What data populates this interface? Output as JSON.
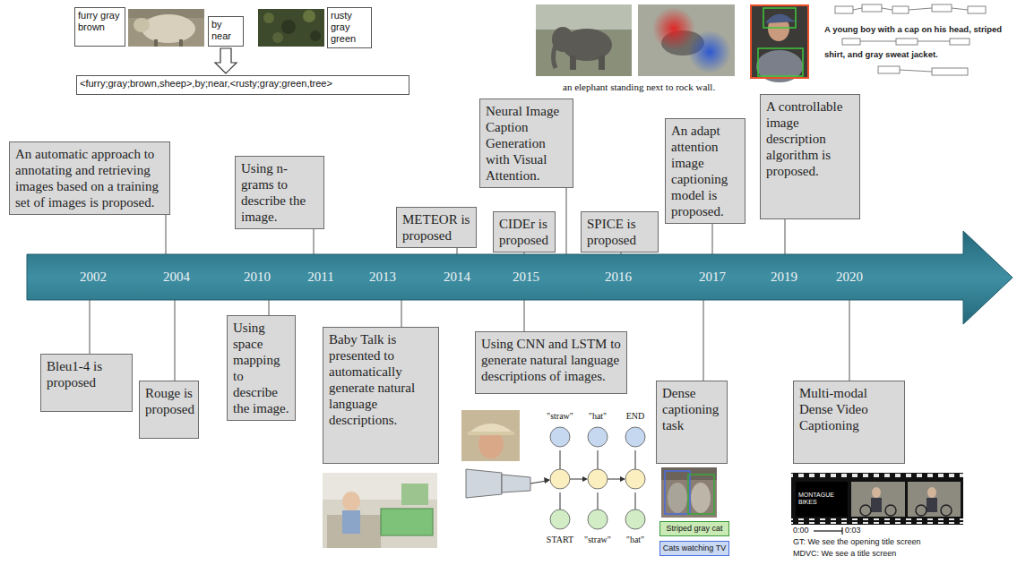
{
  "diagram": {
    "nodes": [
      {
        "text": [
          "furry gray brown"
        ]
      },
      {
        "text": [
          "by near"
        ]
      },
      {
        "text": [
          "rusty gray green"
        ]
      },
      {
        "text": [
          "<furry;gray;brown,sheep>,by;near,<rusty;gray;green,tree>"
        ]
      },
      {
        "text": [
          "Neural Image Caption Generation with Visual Attention."
        ]
      },
      {
        "text": [
          "An automatic approach to annotating and retrieving images based on a training set of images is proposed."
        ]
      },
      {
        "text": [
          "A controllable image description algorithm is proposed."
        ]
      },
      {
        "text": [
          "An adapt attention image captioning model is proposed."
        ]
      },
      {
        "text": [
          "Using n-grams to describe the image."
        ]
      },
      {
        "text": [
          "METEOR is proposed"
        ]
      },
      {
        "text": [
          "CIDEr is proposed"
        ]
      },
      {
        "text": [
          "SPICE is proposed"
        ]
      },
      {
        "text": [
          "Using space mapping to describe the image."
        ]
      },
      {
        "text": [
          "Baby Talk is presented to automatically generate natural language descriptions."
        ]
      },
      {
        "text": [
          "Using CNN and LSTM to generate natural language descriptions of images."
        ]
      },
      {
        "text": [
          "Bleu1-4 is proposed"
        ]
      },
      {
        "text": [
          "Dense captioning task"
        ]
      },
      {
        "text": [
          "Multi-modal Dense Video Captioning"
        ]
      },
      {
        "text": [
          "Rouge is proposed"
        ]
      },
      {
        "text": [
          "Striped gray cat"
        ]
      },
      {
        "text": [
          "Cats watching TV"
        ]
      }
    ],
    "edges": [
      {
        "from": 1,
        "to": 3,
        "arrow": "to"
      }
    ],
    "labels": [
      "2002",
      "2004",
      "2010",
      "2011",
      "2013",
      "2014",
      "2015",
      "2016",
      "2017",
      "2019",
      "2020",
      "an elephant standing next to rock wall.",
      "A young boy with a cap on his head, striped shirt, and gray sweat jacket.",
      "\"straw\"",
      "\"hat\"",
      "END",
      "START",
      "\"straw\"",
      "\"hat\"",
      "MONTAGUE BIKES",
      "0:00",
      "0:03",
      "GT: We see the opening title screen",
      "MDVC: We see a title screen"
    ]
  }
}
